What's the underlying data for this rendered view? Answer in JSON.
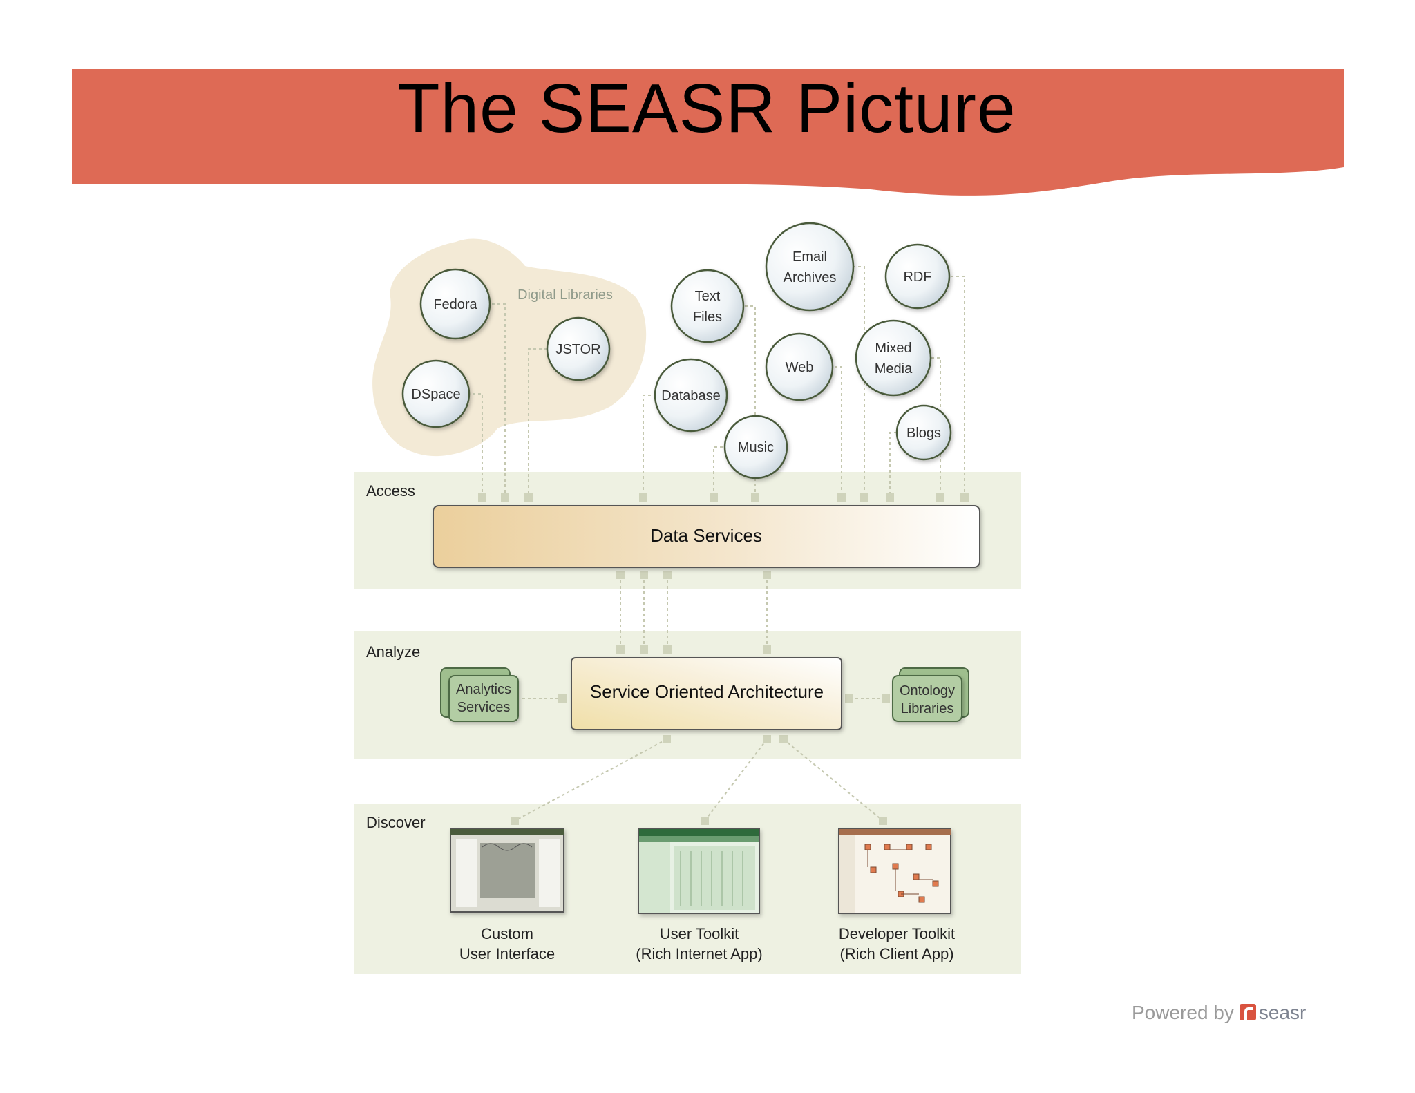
{
  "title": "The SEASR Picture",
  "layers": {
    "access": "Access",
    "analyze": "Analyze",
    "discover": "Discover"
  },
  "digital_libraries": {
    "label": "Digital Libraries",
    "items": [
      "Fedora",
      "JSTOR",
      "DSpace"
    ]
  },
  "sources": {
    "text_files": [
      "Text",
      "Files"
    ],
    "email_archives": [
      "Email",
      "Archives"
    ],
    "rdf": "RDF",
    "web": "Web",
    "mixed_media": [
      "Mixed",
      "Media"
    ],
    "database": "Database",
    "music": "Music",
    "blogs": "Blogs"
  },
  "data_services": "Data Services",
  "soa": "Service Oriented Architecture",
  "analytics": [
    "Analytics",
    "Services"
  ],
  "ontology": [
    "Ontology",
    "Libraries"
  ],
  "apps": {
    "custom": "Custom\nUser Interface",
    "user_toolkit": "User Toolkit\n(Rich Internet App)",
    "developer_toolkit": "Developer Toolkit\n(Rich Client App)"
  },
  "footer": {
    "powered_by": "Powered by",
    "brand": "seasr"
  },
  "colors": {
    "banner": "#de6a55",
    "band": "#eef1e2",
    "library_blob": "#f3ead6",
    "connector": "#c9ccb3",
    "analytics_fill": "#a9c59a"
  }
}
